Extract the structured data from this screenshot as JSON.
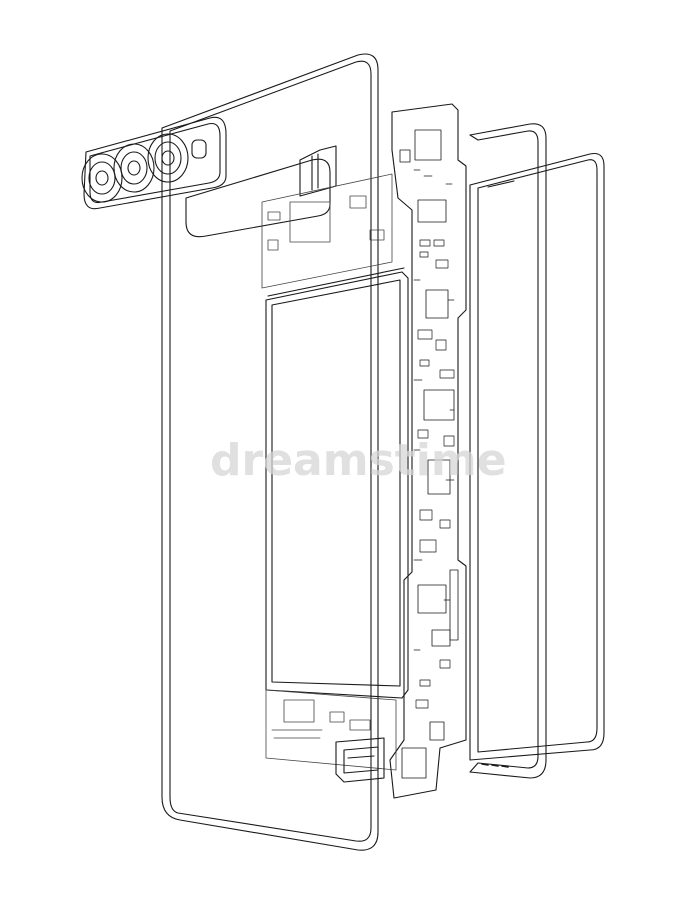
{
  "watermark": {
    "text": "dreamstime",
    "color": "#d6d6d6"
  },
  "style": {
    "stroke": "#1a1a1a",
    "background": "#ffffff"
  },
  "components": [
    "back-panel",
    "camera-module",
    "battery",
    "logic-board",
    "usb-port",
    "frame",
    "screen-panel"
  ]
}
